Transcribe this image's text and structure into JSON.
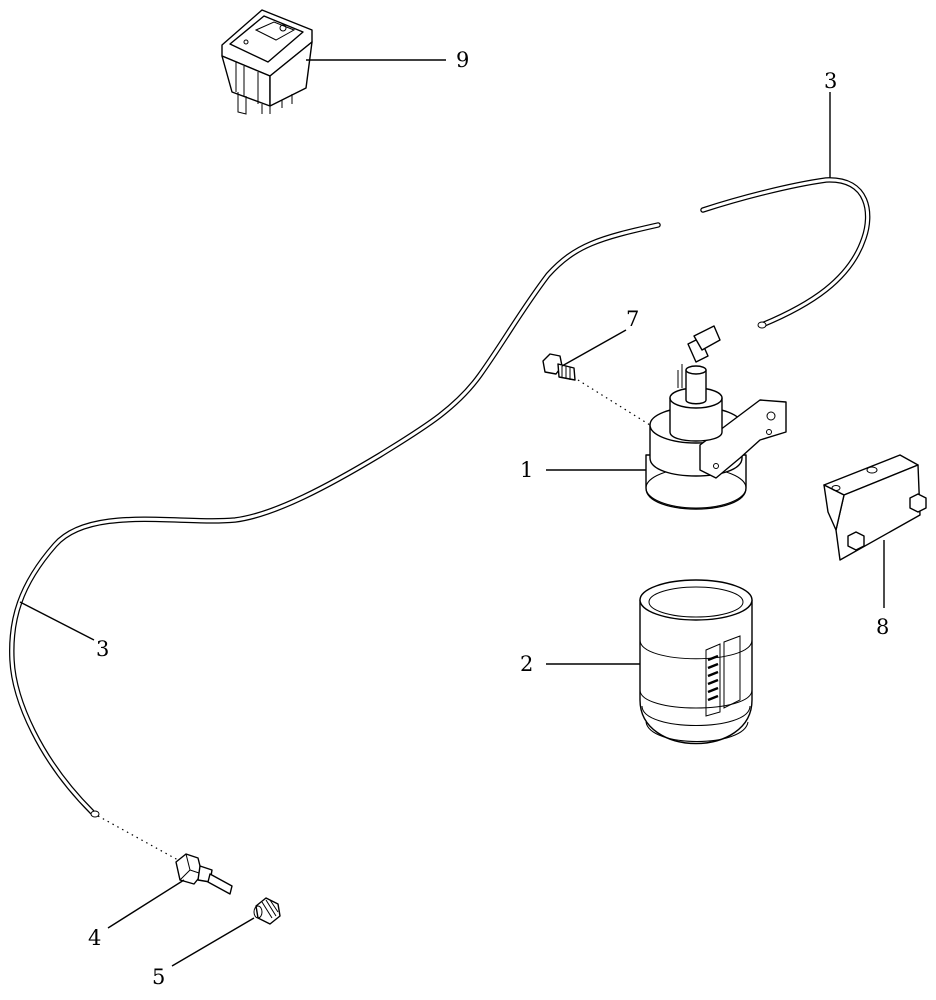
{
  "callouts": {
    "c1": "1",
    "c2": "2",
    "c3a": "3",
    "c3b": "3",
    "c4": "4",
    "c5": "5",
    "c7": "7",
    "c8": "8",
    "c9": "9"
  },
  "parts": [
    {
      "id": "1",
      "name": "sensor-assembly-icon"
    },
    {
      "id": "2",
      "name": "cylindrical-sleeve-icon"
    },
    {
      "id": "3",
      "name": "tube-line-icon"
    },
    {
      "id": "4",
      "name": "fitting-icon"
    },
    {
      "id": "5",
      "name": "plug-icon"
    },
    {
      "id": "7",
      "name": "bolt-icon"
    },
    {
      "id": "8",
      "name": "mounting-bracket-icon"
    },
    {
      "id": "9",
      "name": "rocker-switch-icon"
    }
  ]
}
